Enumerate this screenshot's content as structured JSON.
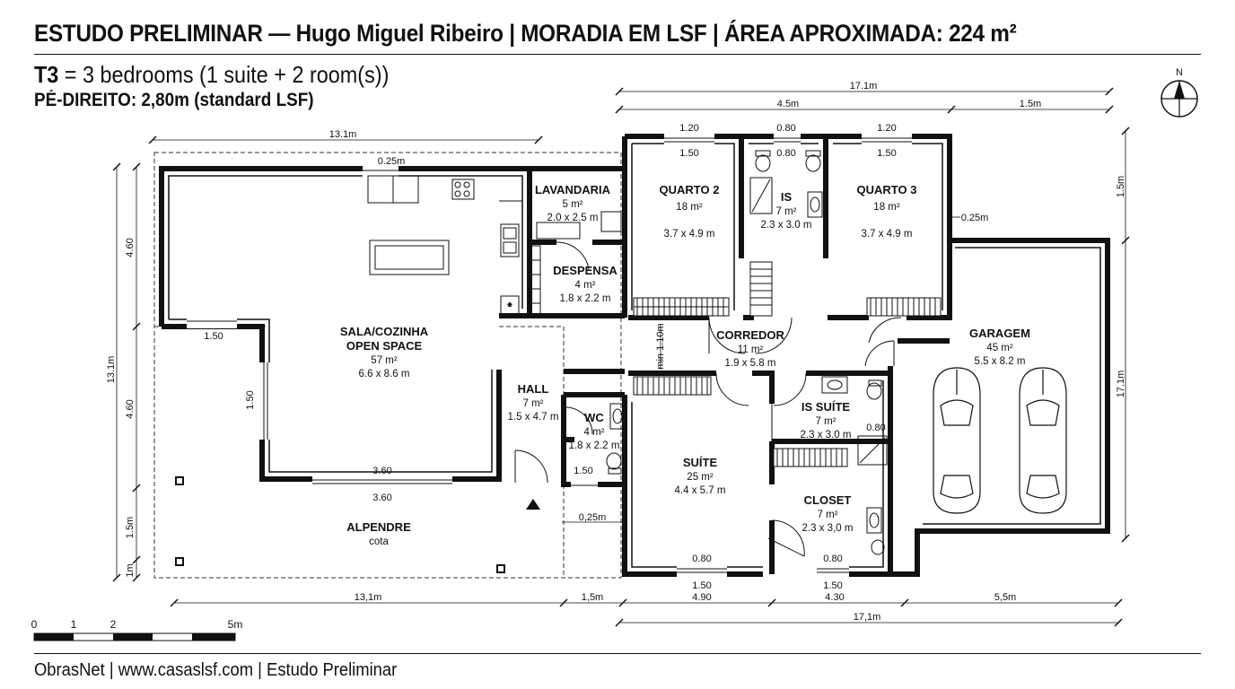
{
  "header": {
    "title": "ESTUDO PRELIMINAR — Hugo Miguel Ribeiro | MORADIA EM LSF | ÁREA APROXIMADA: 224 m²",
    "typology_code": "T3",
    "typology_desc": " = 3 bedrooms (1 suite + 2 room(s))",
    "ceiling_height": "PÉ-DIREITO: 2,80m (standard LSF)"
  },
  "compass": {
    "label": "N"
  },
  "rooms": [
    {
      "id": "sala",
      "name": "SALA/COZINHA",
      "name2": "OPEN SPACE",
      "area": "57 m²",
      "size": "6.6 x 8.6 m"
    },
    {
      "id": "lavandaria",
      "name": "LAVANDARIA",
      "area": "5 m²",
      "size": "2.0 x 2.5 m"
    },
    {
      "id": "despensa",
      "name": "DESPENSA",
      "area": "4 m²",
      "size": "1.8 x 2.2 m"
    },
    {
      "id": "quarto2",
      "name": "QUARTO 2",
      "area": "18 m²",
      "size": "3.7 x 4.9 m"
    },
    {
      "id": "is",
      "name": "IS",
      "area": "7 m²",
      "size": "2.3 x 3.0 m"
    },
    {
      "id": "quarto3",
      "name": "QUARTO 3",
      "area": "18 m²",
      "size": "3.7 x 4.9 m"
    },
    {
      "id": "corredor",
      "name": "CORREDOR",
      "area": "11 m²",
      "size": "1.9 x 5.8 m"
    },
    {
      "id": "garagem",
      "name": "GARAGEM",
      "area": "45 m²",
      "size": "5.5 x 8.2 m"
    },
    {
      "id": "hall",
      "name": "HALL",
      "area": "7 m²",
      "size": "1.5 x 4.7 m"
    },
    {
      "id": "wc",
      "name": "WC",
      "area": "4 m²",
      "size": "1.8 x 2.2 m"
    },
    {
      "id": "is_suite",
      "name": "IS SUÍTE",
      "area": "7 m²",
      "size": "2.3 x 3.0 m"
    },
    {
      "id": "suite",
      "name": "SUÍTE",
      "area": "25 m²",
      "size": "4.4 x 5.7 m"
    },
    {
      "id": "closet",
      "name": "CLOSET",
      "area": "7 m²",
      "size": "2.3 x 3,0 m"
    },
    {
      "id": "alpendre",
      "name": "ALPENDRE",
      "sub": "cota"
    }
  ],
  "dimensions": {
    "top_total": "17.1m",
    "top_a": "4.5m",
    "top_b": "1.5m",
    "left_top": "13.1m",
    "top_offset": "0.25m",
    "win_q2_out": "1.20",
    "win_q2_in": "1.50",
    "win_is_out": "0.80",
    "win_is_in": "0.80",
    "win_q3_out": "1.20",
    "win_q3_in": "1.50",
    "q3_offset": "0.25m",
    "right_top": "1.5m",
    "right_total": "17.1m",
    "left_seg1": "4.60",
    "left_seg2": "4.60",
    "left_seg3": "1.5m",
    "left_seg4": "1m",
    "left_total": "13.1m",
    "sala_win_left": "1.50",
    "sala_win_side": "1.50",
    "sala_win_bottom_in": "3.60",
    "sala_win_bottom_out": "3.60",
    "hall_min": "min 1.10m",
    "wc_win": "1.50",
    "wc_offset": "0,25m",
    "is_suite_win": "0.80",
    "suite_win_in": "0.80",
    "suite_win_out": "1.50",
    "closet_win_in": "0.80",
    "closet_win_out": "1.50",
    "bottom_left": "13,1m",
    "bottom_mid": "1,5m",
    "bottom_a": "4.90",
    "bottom_b": "4.30",
    "bottom_c": "5,5m",
    "bottom_total": "17,1m"
  },
  "scale_bar": {
    "labels": [
      "0",
      "1",
      "2",
      "5m"
    ]
  },
  "footer": {
    "text": "ObrasNet | www.casaslsf.com | Estudo Preliminar"
  }
}
